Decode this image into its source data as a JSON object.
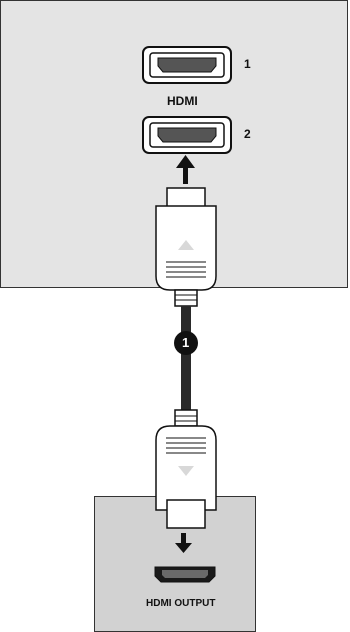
{
  "tv_panel": {
    "port_label": "HDMI",
    "port_1_number": "1",
    "port_2_number": "2"
  },
  "cable": {
    "step_number": "1"
  },
  "source_device": {
    "port_label": "HDMI OUTPUT"
  },
  "colors": {
    "panel_light": "#e4e4e4",
    "panel_dark": "#d2d2d2",
    "line": "#111111",
    "cable": "#2a2a2a"
  }
}
